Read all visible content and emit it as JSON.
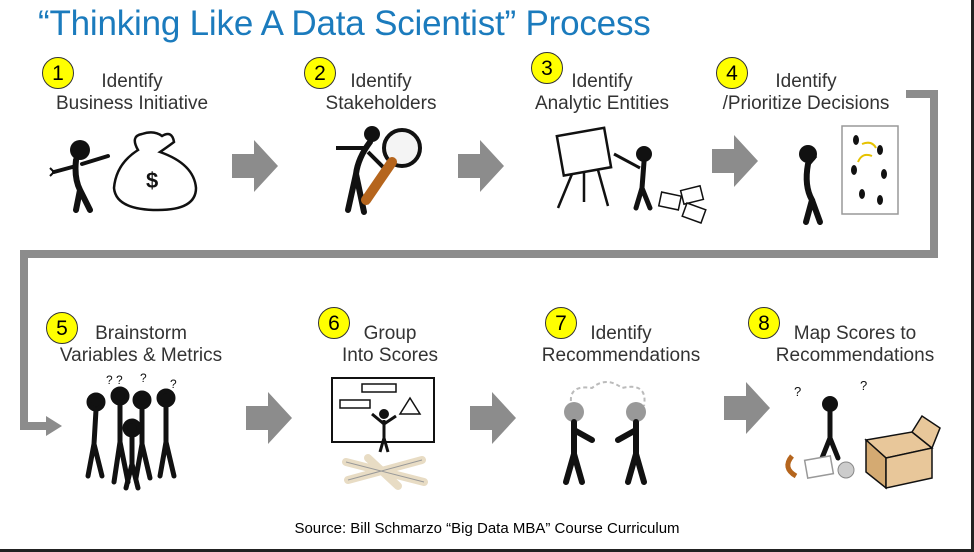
{
  "title": "“Thinking Like A Data Scientist” Process",
  "steps": [
    {
      "num": "1",
      "line1": "Identify",
      "line2": "Business Initiative",
      "icon": "money-bag-icon"
    },
    {
      "num": "2",
      "line1": "Identify",
      "line2": "Stakeholders",
      "icon": "magnifying-glass-icon"
    },
    {
      "num": "3",
      "line1": "Identify",
      "line2": "Analytic Entities",
      "icon": "easel-icon"
    },
    {
      "num": "4",
      "line1": "Identify",
      "line2": "/Prioritize Decisions",
      "icon": "footprints-board-icon"
    },
    {
      "num": "5",
      "line1": "Brainstorm",
      "line2": "Variables & Metrics",
      "icon": "crowd-question-icon"
    },
    {
      "num": "6",
      "line1": "Group",
      "line2": "Into Scores",
      "icon": "whiteboard-icon"
    },
    {
      "num": "7",
      "line1": "Identify",
      "line2": "Recommendations",
      "icon": "thinking-people-icon"
    },
    {
      "num": "8",
      "line1": "Map Scores to",
      "line2": "Recommendations",
      "icon": "box-puzzle-icon"
    }
  ],
  "source": "Source: Bill Schmarzo “Big Data MBA” Course Curriculum",
  "colors": {
    "title": "#1b7bbd",
    "badge": "#ffff00",
    "arrow": "#8c8c8c"
  }
}
